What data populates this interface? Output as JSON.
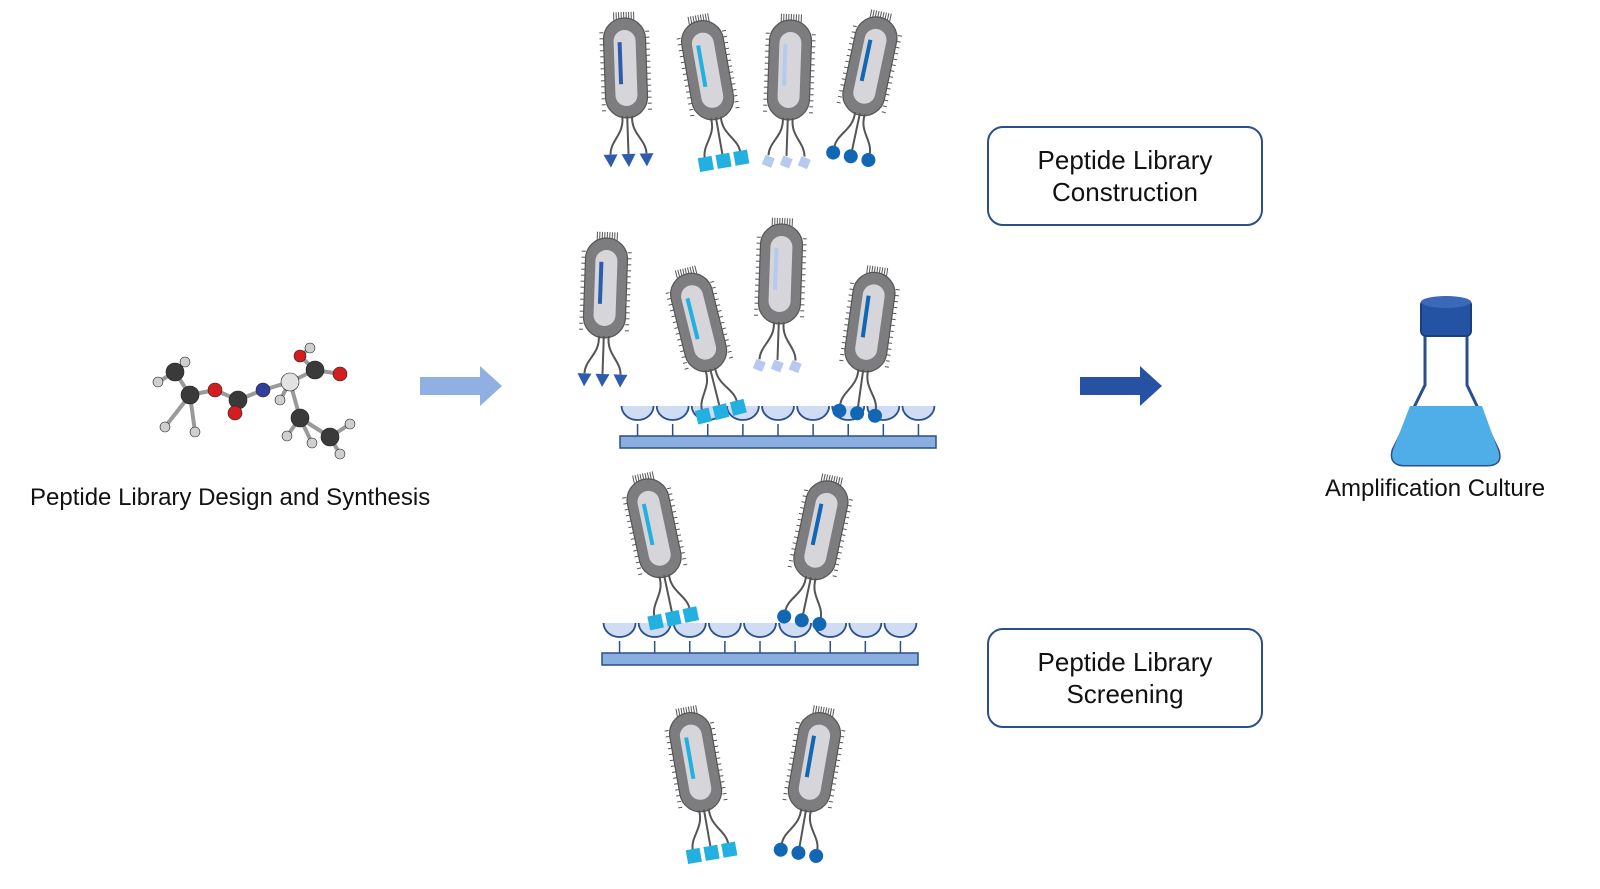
{
  "labels": {
    "design": "Peptide Library Design and Synthesis",
    "culture": "Amplification Culture"
  },
  "boxes": {
    "construction": {
      "line1": "Peptide Library",
      "line2": "Construction"
    },
    "screening": {
      "line1": "Peptide Library",
      "line2": "Screening"
    }
  },
  "colors": {
    "light_arrow": "#8fb0e0",
    "dark_arrow": "#2752a4",
    "substrate": "#8aaee0",
    "substrate_stroke": "#2a4f8a",
    "phage_body": "#7d7d80",
    "phage_inner": "#d6d6da",
    "peptide_triangle": "#2d5cae",
    "peptide_square": "#22b0e0",
    "peptide_light": "#b7c9ee",
    "peptide_circle": "#1267b5",
    "flask_liquid": "#4faee8",
    "flask_cap": "#2553a3"
  },
  "icons": [
    "molecule-icon",
    "flask-icon",
    "phage-icon",
    "arrow-right-icon"
  ]
}
